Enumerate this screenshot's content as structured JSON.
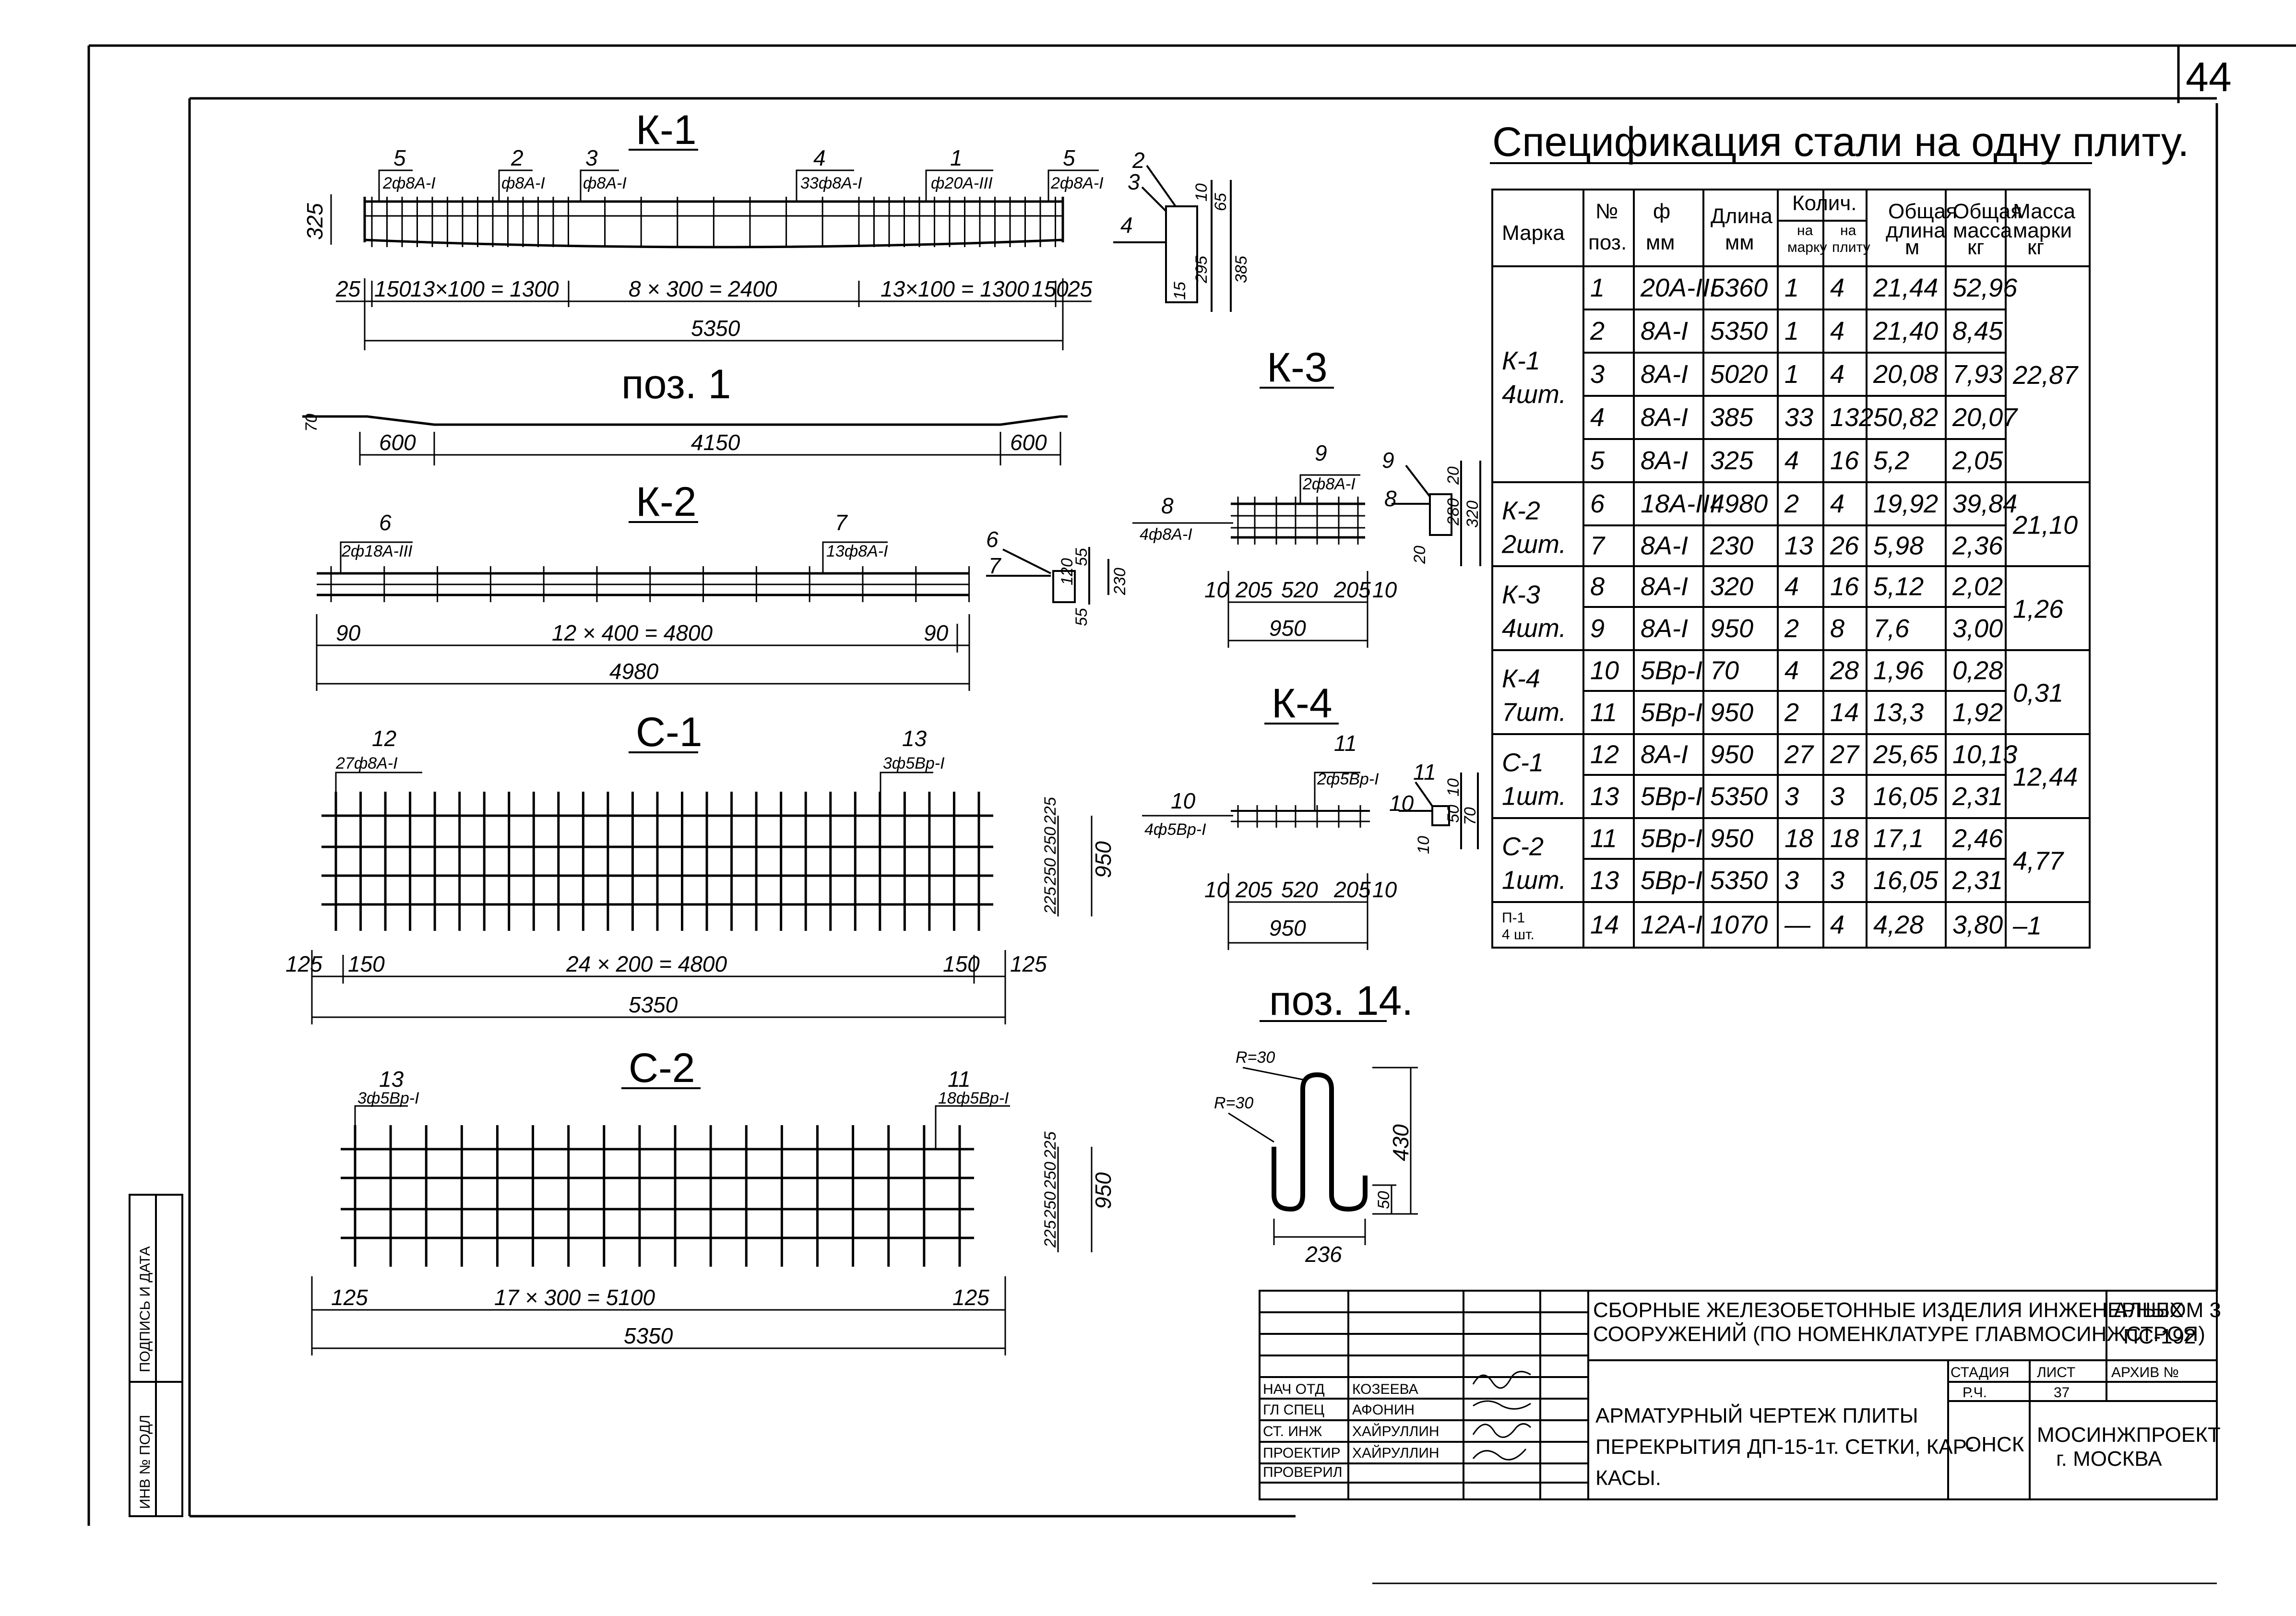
{
  "sheet": {
    "number": "44"
  },
  "spec": {
    "title": "Спецификация стали на одну плиту.",
    "headers": {
      "mark": "Марка",
      "pos_1": "№",
      "pos_2": "поз.",
      "dia_1": "ф",
      "dia_2": "мм",
      "len_1": "Длина",
      "len_2": "мм",
      "qty": "Колич.",
      "qty_mark_1": "на",
      "qty_mark_2": "марку",
      "qty_slab_1": "на",
      "qty_slab_2": "плиту",
      "tlen_1": "Общая",
      "tlen_2": "длина",
      "tlen_3": "м",
      "tmass_1": "Общая",
      "tmass_2": "масса",
      "tmass_3": "кг",
      "mmass_1": "Масса",
      "mmass_2": "марки",
      "mmass_3": "кг"
    },
    "groups": [
      {
        "mark": "К-1",
        "count": "4шт.",
        "mass": "22,87"
      },
      {
        "mark": "К-2",
        "count": "2шт.",
        "mass": "21,10"
      },
      {
        "mark": "К-3",
        "count": "4шт.",
        "mass": "1,26"
      },
      {
        "mark": "К-4",
        "count": "7шт.",
        "mass": "0,31"
      },
      {
        "mark": "С-1",
        "count": "1шт.",
        "mass": "12,44"
      },
      {
        "mark": "С-2",
        "count": "1шт.",
        "mass": "4,77"
      },
      {
        "mark": "П-1",
        "count": "4 шт.",
        "mass": "–1"
      }
    ],
    "rows": [
      [
        "1",
        "20А-III",
        "5360",
        "1",
        "4",
        "21,44",
        "52,96"
      ],
      [
        "2",
        "8А-I",
        "5350",
        "1",
        "4",
        "21,40",
        "8,45"
      ],
      [
        "3",
        "8А-I",
        "5020",
        "1",
        "4",
        "20,08",
        "7,93"
      ],
      [
        "4",
        "8А-I",
        "385",
        "33",
        "132",
        "50,82",
        "20,07"
      ],
      [
        "5",
        "8А-I",
        "325",
        "4",
        "16",
        "5,2",
        "2,05"
      ],
      [
        "6",
        "18А-III",
        "4980",
        "2",
        "4",
        "19,92",
        "39,84"
      ],
      [
        "7",
        "8А-I",
        "230",
        "13",
        "26",
        "5,98",
        "2,36"
      ],
      [
        "8",
        "8А-I",
        "320",
        "4",
        "16",
        "5,12",
        "2,02"
      ],
      [
        "9",
        "8А-I",
        "950",
        "2",
        "8",
        "7,6",
        "3,00"
      ],
      [
        "10",
        "5Вр-I",
        "70",
        "4",
        "28",
        "1,96",
        "0,28"
      ],
      [
        "11",
        "5Вр-I",
        "950",
        "2",
        "14",
        "13,3",
        "1,92"
      ],
      [
        "12",
        "8А-I",
        "950",
        "27",
        "27",
        "25,65",
        "10,13"
      ],
      [
        "13",
        "5Вр-I",
        "5350",
        "3",
        "3",
        "16,05",
        "2,31"
      ],
      [
        "11",
        "5Вр-I",
        "950",
        "18",
        "18",
        "17,1",
        "2,46"
      ],
      [
        "13",
        "5Вр-I",
        "5350",
        "3",
        "3",
        "16,05",
        "2,31"
      ],
      [
        "14",
        "12А-I",
        "1070",
        "—",
        "4",
        "4,28",
        "3,80"
      ]
    ]
  },
  "k1": {
    "title": "К-1",
    "tags": [
      "5",
      "2ф8А-I",
      "2",
      "ф8А-I",
      "3",
      "ф8А-I",
      "4",
      "33ф8А-I",
      "1",
      "ф20А-III",
      "5",
      "2ф8А-I"
    ],
    "dims": [
      "25",
      "150",
      "13×100 = 1300",
      "8 × 300 = 2400",
      "13×100 = 1300",
      "150",
      "25",
      "5350",
      "325"
    ],
    "section": [
      "2",
      "3",
      "4",
      "10",
      "65",
      "295",
      "385",
      "15"
    ]
  },
  "pos1": {
    "title": "поз. 1",
    "dims": [
      "70",
      "600",
      "4150",
      "600"
    ]
  },
  "k2": {
    "title": "К-2",
    "tags": [
      "6",
      "2ф18А-III",
      "7",
      "13ф8А-I"
    ],
    "dims": [
      "90",
      "12 × 400 = 4800",
      "90",
      "4980"
    ],
    "section": [
      "6",
      "7",
      "55",
      "120",
      "55",
      "230"
    ]
  },
  "k3": {
    "title": "К-3",
    "tags": [
      "9",
      "2ф8А-I",
      "8",
      "4ф8А-I"
    ],
    "dims": [
      "10",
      "205",
      "520",
      "205",
      "10",
      "950"
    ],
    "section": [
      "9",
      "8",
      "20",
      "280",
      "20",
      "320"
    ]
  },
  "k4": {
    "title": "К-4",
    "tags": [
      "11",
      "2ф5Вр-I",
      "10",
      "4ф5Вр-I"
    ],
    "dims": [
      "10",
      "205",
      "520",
      "205",
      "10",
      "950"
    ],
    "section": [
      "11",
      "10",
      "10",
      "50",
      "10",
      "70"
    ]
  },
  "c1": {
    "title": "С-1",
    "tags": [
      "12",
      "27ф8А-I",
      "13",
      "3ф5Вр-I"
    ],
    "dims": [
      "125",
      "150",
      "24 × 200 = 4800",
      "150",
      "125",
      "5350"
    ],
    "side": [
      "225",
      "250",
      "250",
      "225",
      "950"
    ]
  },
  "c2": {
    "title": "С-2",
    "tags": [
      "13",
      "3ф5Вр-I",
      "11",
      "18ф5Вр-I"
    ],
    "dims": [
      "125",
      "17 × 300 = 5100",
      "125",
      "5350"
    ],
    "side": [
      "225",
      "250",
      "250",
      "225",
      "950"
    ]
  },
  "pos14": {
    "title": "поз. 14.",
    "dims": [
      "R=30",
      "R=30",
      "430",
      "50",
      "236"
    ]
  },
  "titleblock": {
    "org": "СБОРНЫЕ ЖЕЛЕЗОБЕТОННЫЕ ИЗДЕЛИЯ ИНЖЕНЕРНЫХ СООРУЖЕНИЙ (ПО НОМЕНКЛАТУРЕ ГЛАВМОСИНЖСТРОЯ)",
    "org_1": "СБОРНЫЕ ЖЕЛЕЗОБЕТОННЫЕ ИЗДЕЛИЯ ИНЖЕНЕРНЫХ",
    "org_2": "СООРУЖЕНИЙ (ПО НОМЕНКЛАТУРЕ ГЛАВМОСИНЖСТРОЯ)",
    "album_1": "АЛЬБОМ 3",
    "album_2": "ПС-192",
    "drawing_1": "АРМАТУРНЫЙ ЧЕРТЕЖ ПЛИТЫ",
    "drawing_2": "ПЕРЕКРЫТИЯ ДП-15-1т. СЕТКИ, КАР-",
    "drawing_3": "КАСЫ.",
    "stage_label": "СТАДИЯ",
    "stage": "Р.Ч.",
    "sheet_label": "ЛИСТ",
    "sheet": "37",
    "archive_label": "АРХИВ №",
    "dept": "ОНСК",
    "company_1": "МОСИНЖПРОЕКТ",
    "company_2": "г. МОСКВА",
    "people": [
      {
        "role": "НАЧ ОТД",
        "name": "КОЗЕЕВА"
      },
      {
        "role": "ГЛ СПЕЦ",
        "name": "АФОНИН"
      },
      {
        "role": "СТ. ИНЖ",
        "name": "ХАЙРУЛЛИН"
      },
      {
        "role": "ПРОЕКТИР",
        "name": "ХАЙРУЛЛИН"
      },
      {
        "role": "ПРОВЕРИЛ",
        "name": ""
      }
    ]
  },
  "margin": {
    "sign_date": "ПОДПИСЬ И ДАТА",
    "inv_no": "ИНВ № ПОДЛ"
  }
}
